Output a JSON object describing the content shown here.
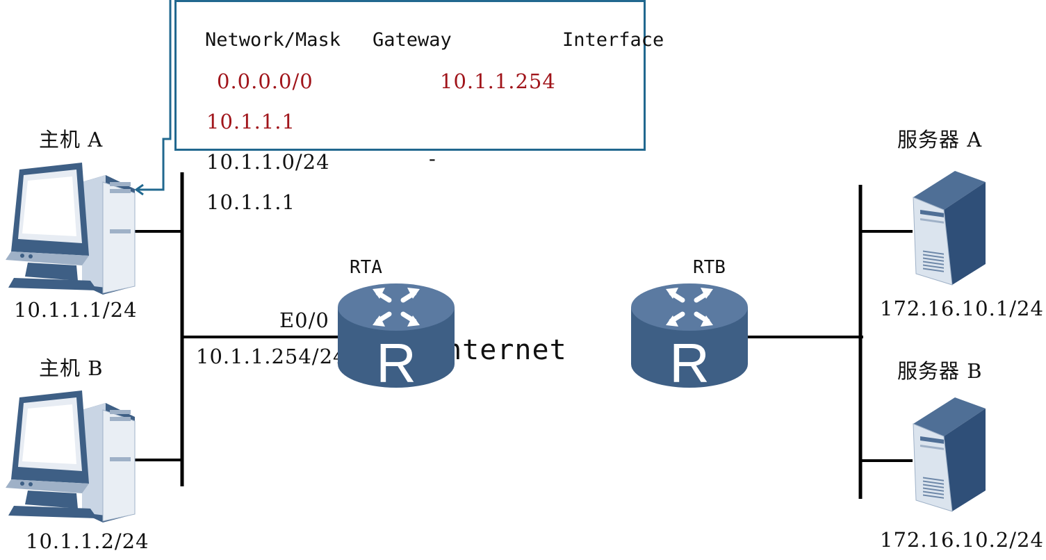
{
  "route_table": {
    "headers": {
      "network": "Network/Mask",
      "gateway": "Gateway",
      "interface": "Interface"
    },
    "row1": {
      "network": "0.0.0.0/0",
      "gateway": "10.1.1.254"
    },
    "row2": {
      "network": "10.1.1.1"
    },
    "row3": {
      "network": "10.1.1.0/24",
      "gateway": "-"
    },
    "row4": {
      "network": "10.1.1.1"
    }
  },
  "hosts": {
    "a": {
      "label": "主机 A",
      "ip": "10.1.1.1/24"
    },
    "b": {
      "label": "主机 B",
      "ip": "10.1.1.2/24"
    }
  },
  "servers": {
    "a": {
      "label": "服务器 A",
      "ip": "172.16.10.1/24"
    },
    "b": {
      "label": "服务器 B",
      "ip": "172.16.10.2/24"
    }
  },
  "routers": {
    "rta": {
      "label": "RTA",
      "interface": "E0/0",
      "ip": "10.1.1.254/24",
      "glyph": "R"
    },
    "rtb": {
      "label": "RTB",
      "glyph": "R"
    }
  },
  "internet_label": "Internet",
  "colors": {
    "highlight": "#a0141a",
    "callout": "#21688f",
    "device": "#3e5f85"
  },
  "icons": [
    "pc-icon",
    "server-icon",
    "router-icon",
    "callout-arrow-icon"
  ]
}
